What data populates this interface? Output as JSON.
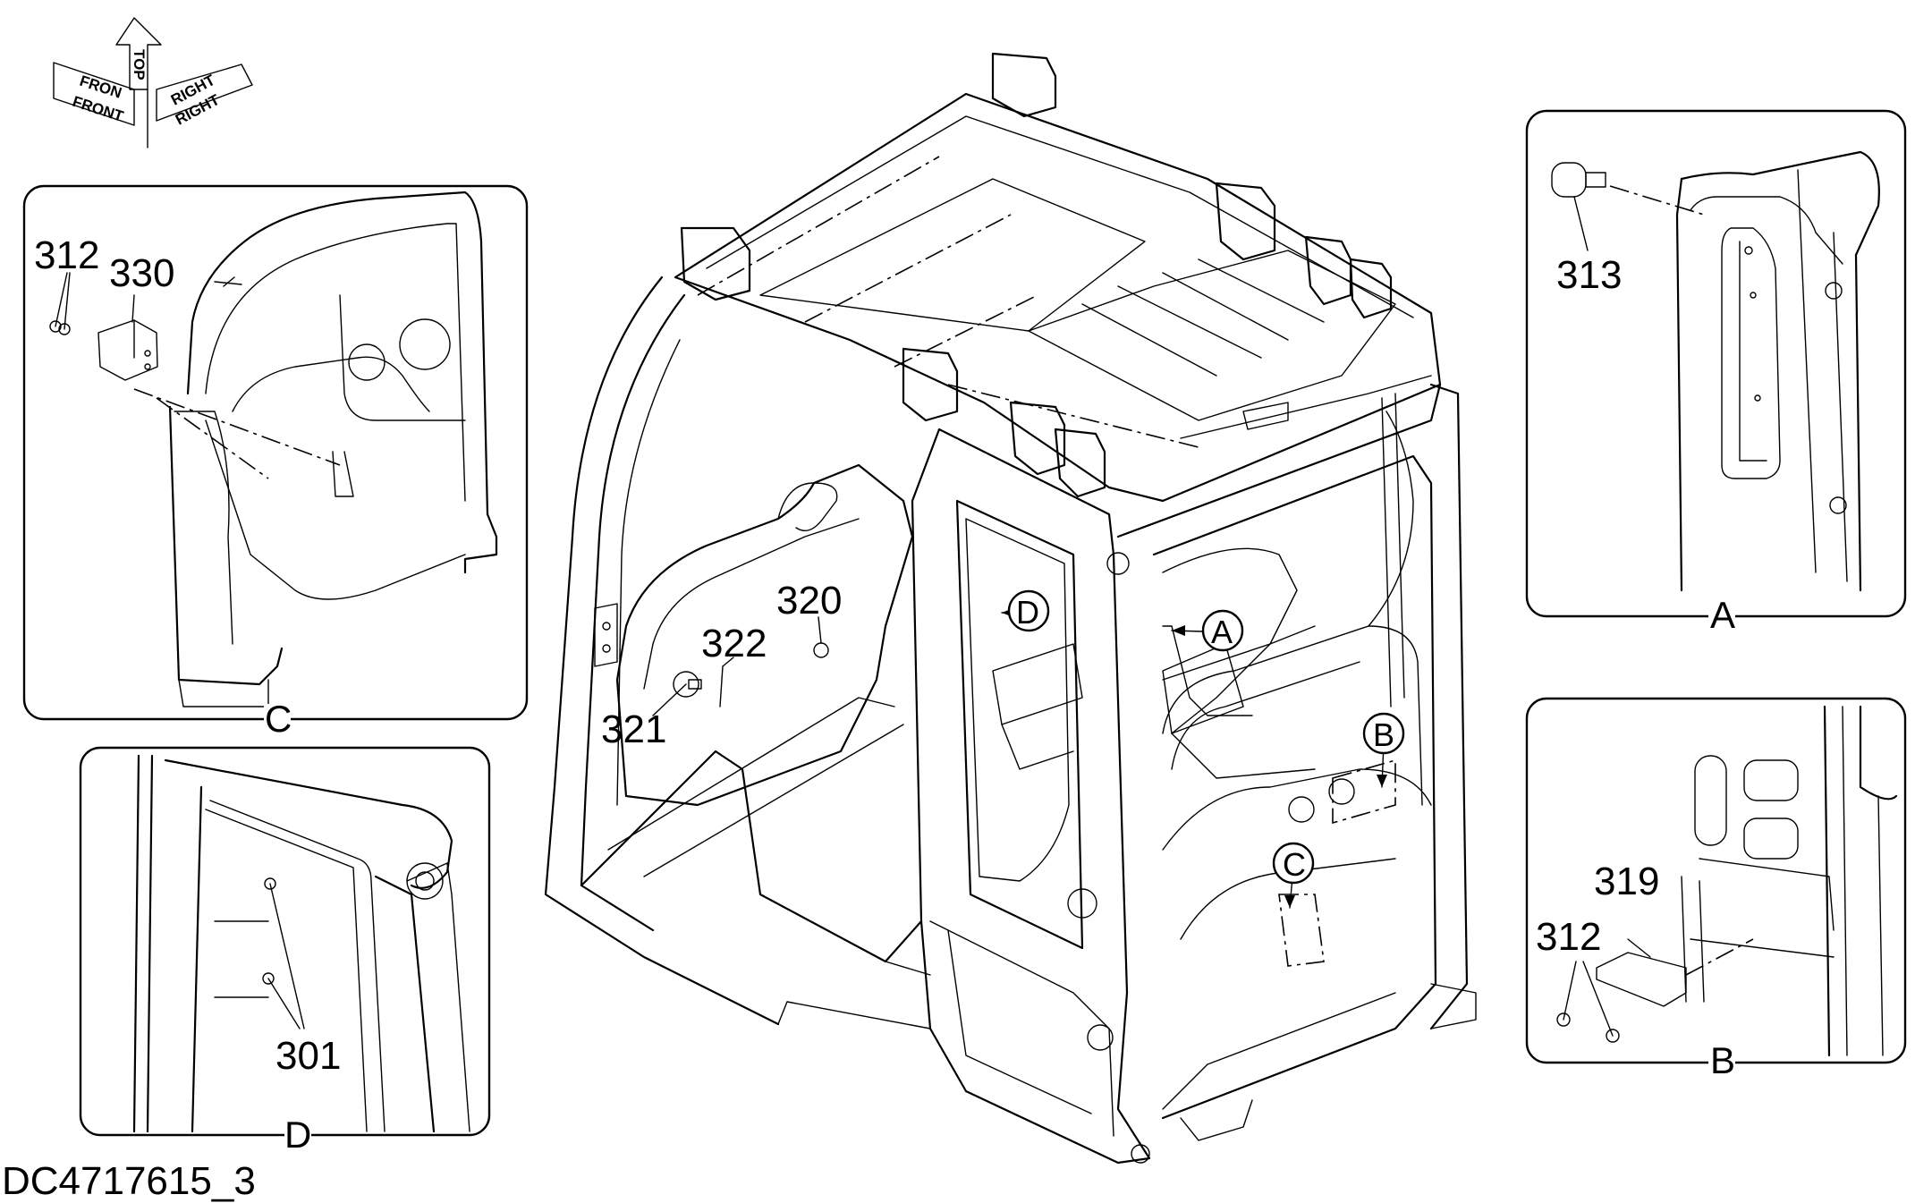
{
  "drawing_code": "DC4717615_3",
  "orientation": {
    "top": "TOP",
    "front": "FRONT",
    "front_shadow": "FRON",
    "right": "RIGHT",
    "right_shadow": "RIGHT"
  },
  "main_view": {
    "part_numbers": [
      "320",
      "322",
      "321"
    ],
    "view_markers": [
      "D",
      "A",
      "B",
      "C"
    ]
  },
  "detail_c": {
    "view_label": "C",
    "part_numbers": [
      "312",
      "330"
    ]
  },
  "detail_d": {
    "view_label": "D",
    "part_numbers": [
      "301"
    ]
  },
  "detail_a": {
    "view_label": "A",
    "part_numbers": [
      "313"
    ]
  },
  "detail_b": {
    "view_label": "B",
    "part_numbers": [
      "319",
      "312"
    ]
  }
}
